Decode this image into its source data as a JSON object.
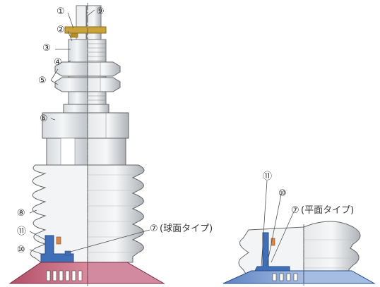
{
  "callouts": {
    "n1": "①",
    "n2": "②",
    "n3": "③",
    "n4": "④",
    "n5": "⑤",
    "n6": "⑥",
    "n7": "⑦",
    "n8": "⑧",
    "n9": "⑨",
    "n10": "⑩",
    "n11": "⑪"
  },
  "left_type_label": "(球面タイプ)",
  "right_type_label": "(平面タイプ)",
  "colors": {
    "metal_light": "#e9ecef",
    "metal_mid": "#c9ced3",
    "metal_dark": "#7a8088",
    "brass": "#c9a23a",
    "insert_blue": "#3f6fb6",
    "pad_red": "#c86b82",
    "pad_blue": "#7f9fd0",
    "bellows_white": "#f3f4f5",
    "rubber_black": "#222222",
    "seal_orange": "#d9884a"
  }
}
